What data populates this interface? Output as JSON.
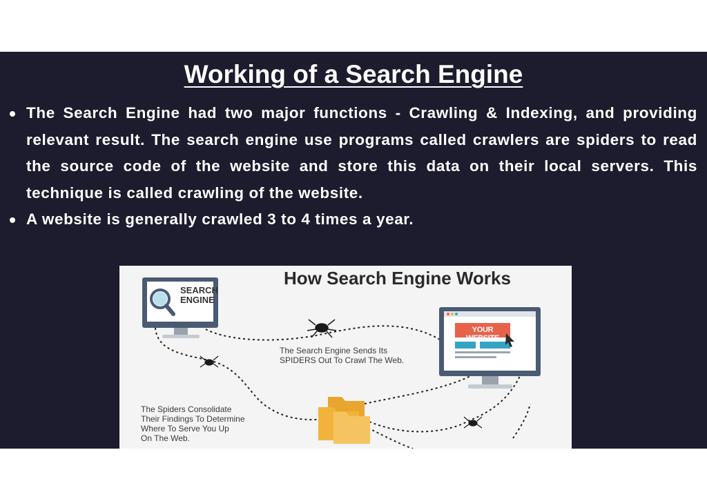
{
  "slide": {
    "title": "Working of a Search Engine",
    "bullets": [
      "The Search Engine had two major functions - Crawling & Indexing, and providing relevant result. The search engine use programs called crawlers are spiders to read the source code of the website and store this data on their local servers. This technique is called crawling of the website.",
      "A website is generally crawled 3 to 4 times a year."
    ]
  },
  "figure": {
    "title": "How Search Engine Works",
    "search_engine_label": "SEARCH\nENGINE",
    "website_label": "YOUR WEBSITE",
    "caption_spiders_out": "The Search Engine Sends Its\nSPIDERS Out To Crawl The Web.",
    "caption_consolidate": "The Spiders Consolidate\nTheir Findings To Determine\nWhere To Serve You Up\nOn The Web."
  },
  "colors": {
    "slide_bg": "#1d1b2e",
    "monitor_frame": "#4a5a73",
    "search_icon": "#35a3c4",
    "website_accent": "#e8624a",
    "folder": "#f2b33d"
  }
}
